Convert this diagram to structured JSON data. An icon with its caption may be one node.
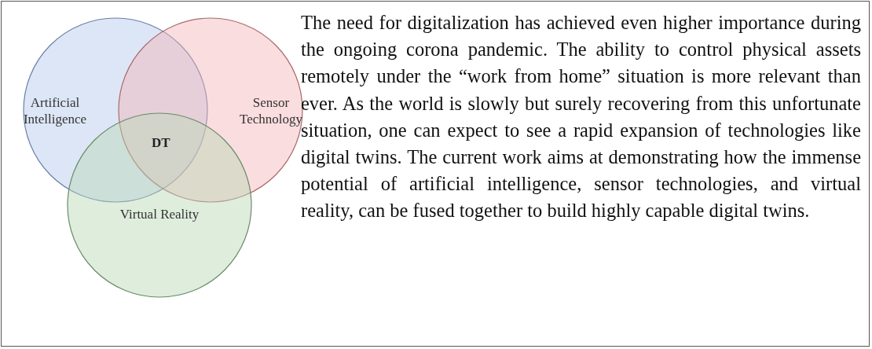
{
  "diagram": {
    "nodes": [
      {
        "text": [
          "Artificial Intelligence"
        ]
      },
      {
        "text": [
          "Sensor Technology"
        ]
      },
      {
        "text": [
          "Virtual Reality"
        ]
      }
    ],
    "edges": [],
    "labels": [
      "DT",
      "The need for digitalization has achieved even higher importance during the ongoing corona pandemic. The ability to control physical assets remotely under the “work from home” situation is more relevant than ever. As the world is slowly but surely recovering from this unfortunate situation, one can expect to see a rapid expansion of technologies like digital twins. The current work aims at demonstrating how the immense potential of artificial intelligence, sensor technologies, and virtual reality, can be fused together to build highly capable digital twins."
    ]
  }
}
